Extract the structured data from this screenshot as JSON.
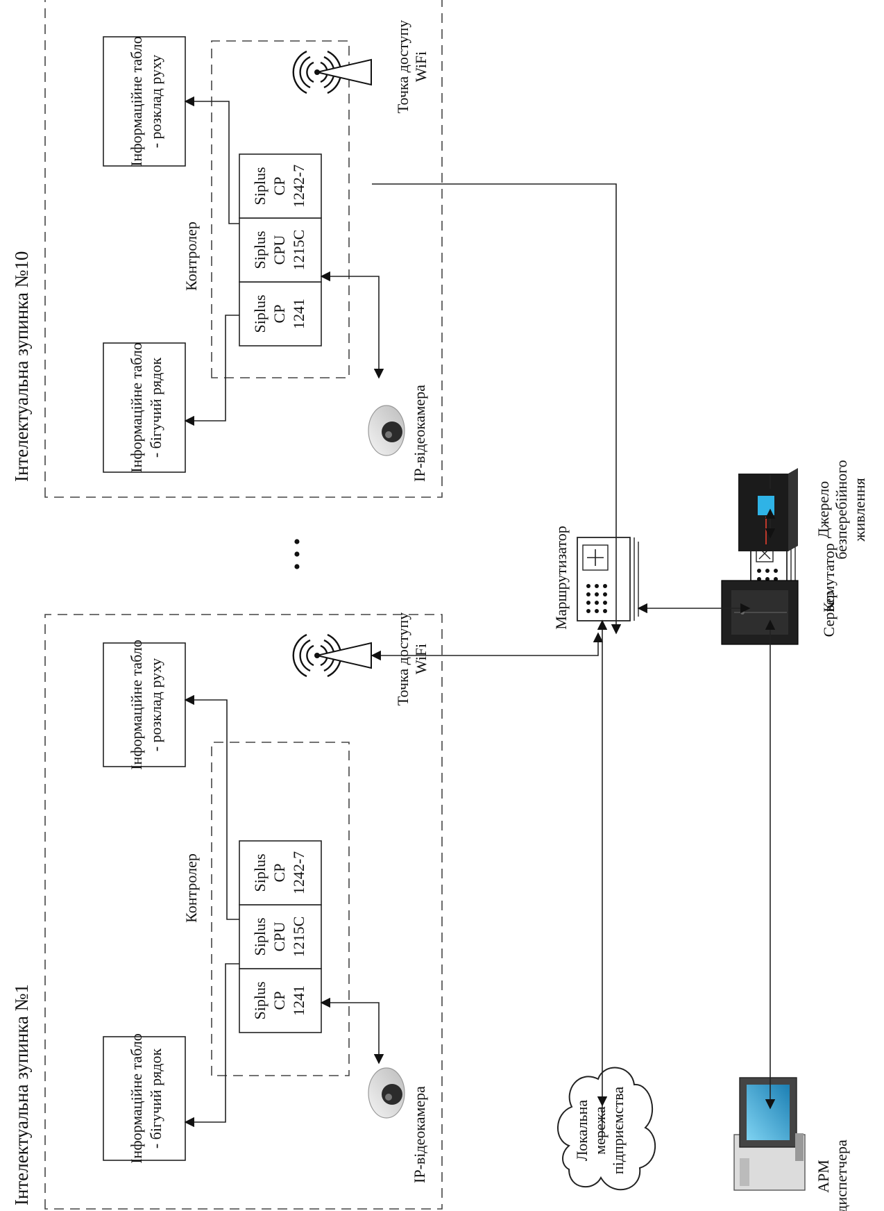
{
  "stops": [
    {
      "title": "Інтелектуальна зупинка №1",
      "controller_label": "Контролер",
      "modules": [
        [
          "Siplus",
          "CP",
          "1241"
        ],
        [
          "Siplus",
          "CPU",
          "1215C"
        ],
        [
          "Siplus",
          "CP",
          "1242-7"
        ]
      ],
      "board_running": [
        "Інформаційне табло",
        "- бігучий рядок"
      ],
      "board_schedule": [
        "Інформаційне табло",
        "- розклад руху"
      ],
      "wifi_label": [
        "Точка доступу",
        "WiFi"
      ],
      "camera_label": "IP-відеокамера"
    },
    {
      "title": "Інтелектуальна зупинка №10",
      "controller_label": "Контролер",
      "modules": [
        [
          "Siplus",
          "CP",
          "1241"
        ],
        [
          "Siplus",
          "CPU",
          "1215C"
        ],
        [
          "Siplus",
          "CP",
          "1242-7"
        ]
      ],
      "board_running": [
        "Інформаційне табло",
        "- бігучий рядок"
      ],
      "board_schedule": [
        "Інформаційне табло",
        "- розклад руху"
      ],
      "wifi_label": [
        "Точка доступу",
        "WiFi"
      ],
      "camera_label": "IP-відеокамера"
    }
  ],
  "ellipsis": "• • •",
  "router_label": "Маршрутизатор",
  "switch_label": "Комутатор",
  "lan_label": [
    "Локальна",
    "мережа",
    "підприємства"
  ],
  "arm_label": [
    "АРМ",
    "диспетчера"
  ],
  "server_label": "Сервер",
  "ups_label": [
    "Джерело",
    "безперебійного",
    "живлення"
  ]
}
